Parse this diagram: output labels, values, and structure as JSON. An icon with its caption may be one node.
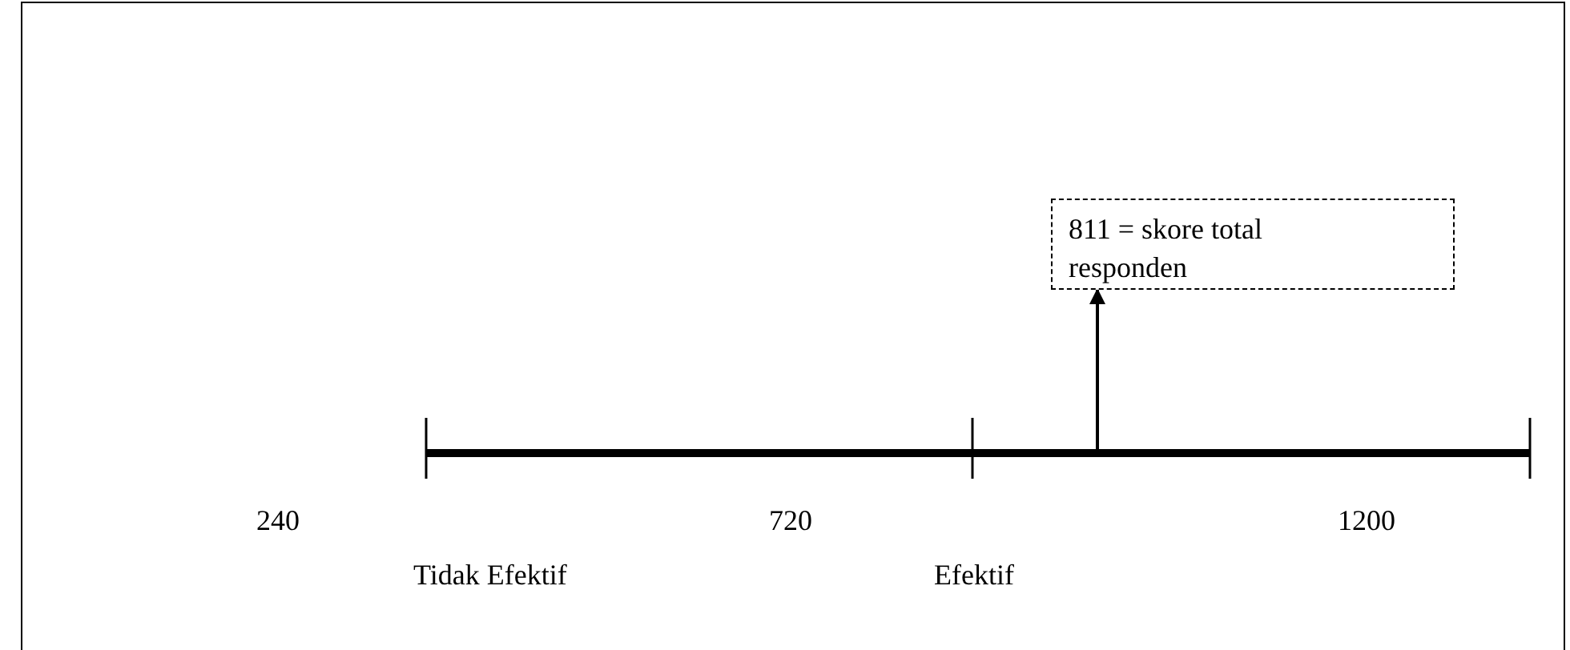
{
  "diagram": {
    "nodes": [
      {
        "text": [
          "811 = skore total responden"
        ]
      },
      {
        "text": [],
        "shape": "bar"
      }
    ],
    "edges": [
      {
        "from": 1,
        "to": 0,
        "arrow": "to"
      }
    ],
    "labels": [
      "240",
      "720",
      "1200",
      "Tidak Efektif",
      "Efektif"
    ]
  }
}
